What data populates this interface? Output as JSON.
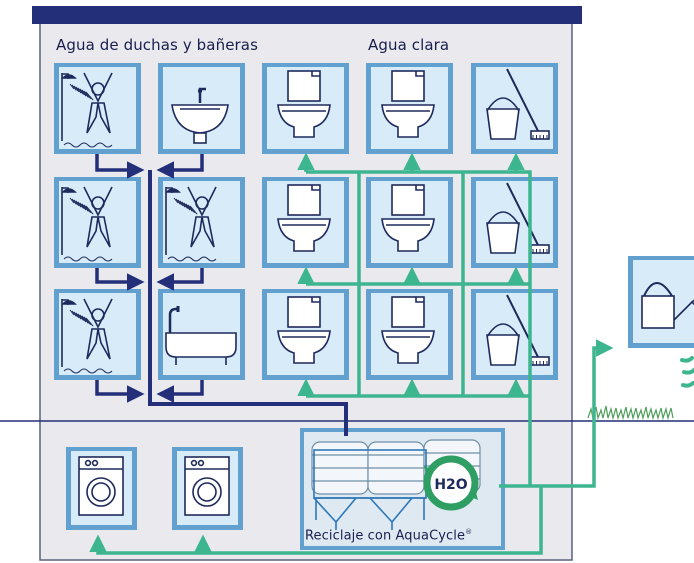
{
  "labels": {
    "shower_group": "Agua de duchas y bañeras",
    "clear_water": "Agua clara",
    "recycling_prefix": "Reciclaje con AquaCycle",
    "recycling_mark": "®",
    "h2o_formula": "H2O"
  },
  "grid": [
    [
      "shower",
      "sink",
      "toilet",
      "toilet",
      "bucket"
    ],
    [
      "shower",
      "shower",
      "toilet",
      "toilet",
      "bucket"
    ],
    [
      "shower",
      "bathtub",
      "toilet",
      "toilet",
      "bucket"
    ]
  ],
  "basement": [
    "washing-machine",
    "washing-machine",
    "aquacycle-tanks"
  ],
  "outside": [
    "watering-can",
    "grass"
  ],
  "colors": {
    "background": "#ffffff",
    "house_fill": "#e9e9ee",
    "roof": "#232f78",
    "tile_outer": "#62a0cf",
    "tile_inner": "#d7ebf9",
    "greywater_pipe": "#232f78",
    "recycled_pipe": "#3db58f",
    "text": "#1a1f4d"
  }
}
